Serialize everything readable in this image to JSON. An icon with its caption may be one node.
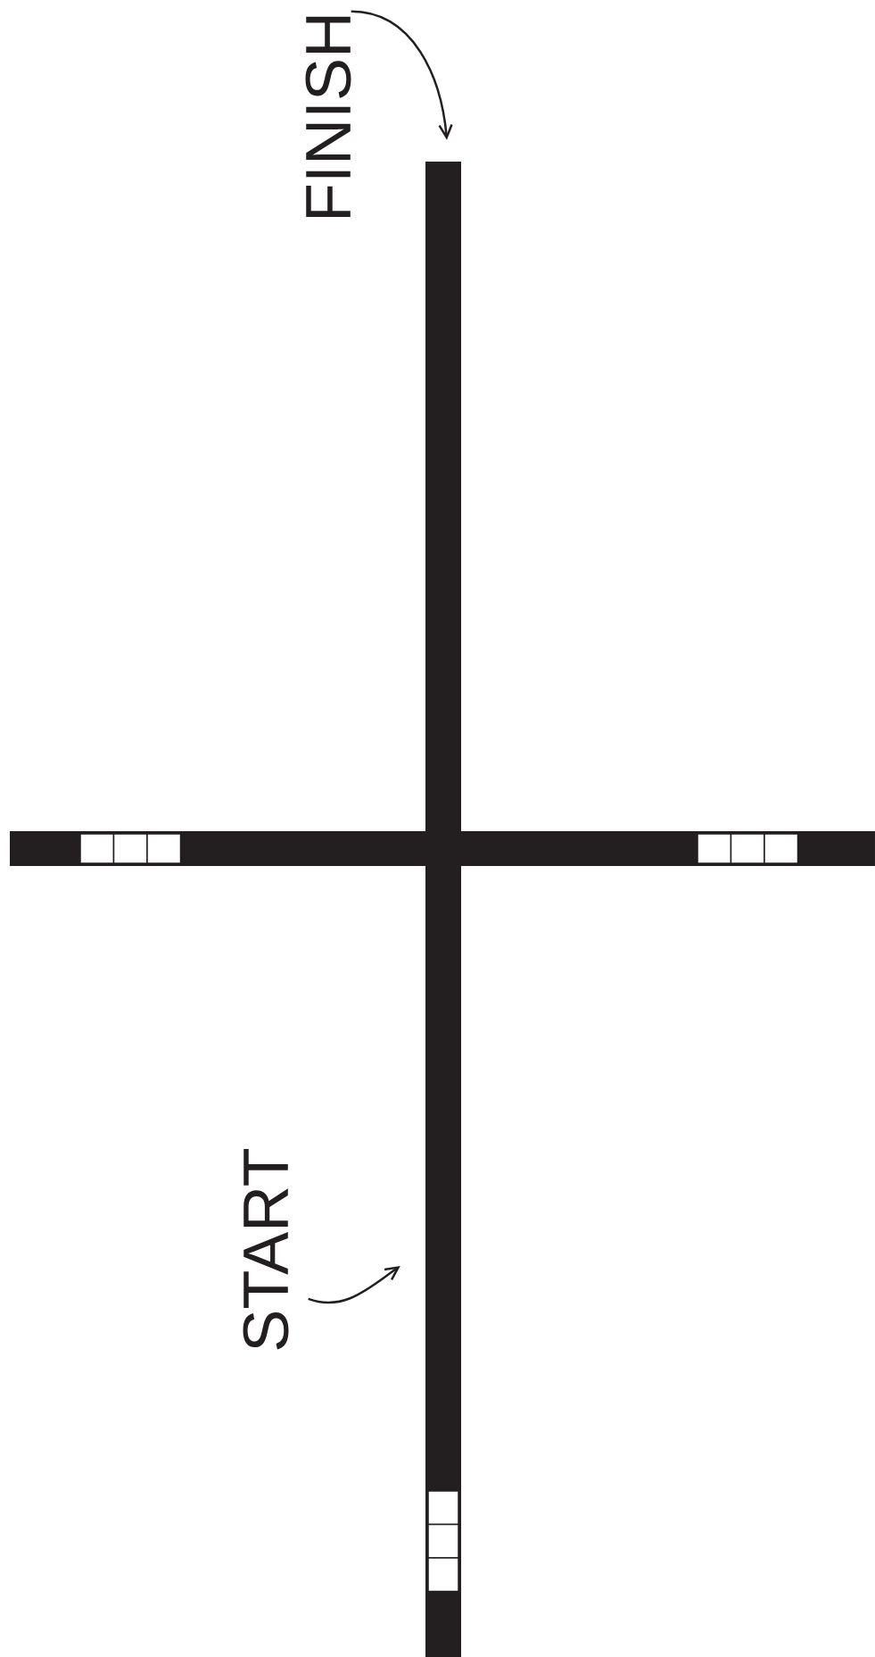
{
  "diagram": {
    "nodes": [
      {
        "text": [
          "FINISH"
        ]
      },
      {
        "text": [],
        "shape": "bar"
      },
      {
        "text": [
          "START"
        ]
      }
    ],
    "edges": [
      {
        "from": 0,
        "to": 1,
        "arrow": "to"
      },
      {
        "from": 2,
        "to": 1,
        "arrow": "to"
      }
    ]
  }
}
